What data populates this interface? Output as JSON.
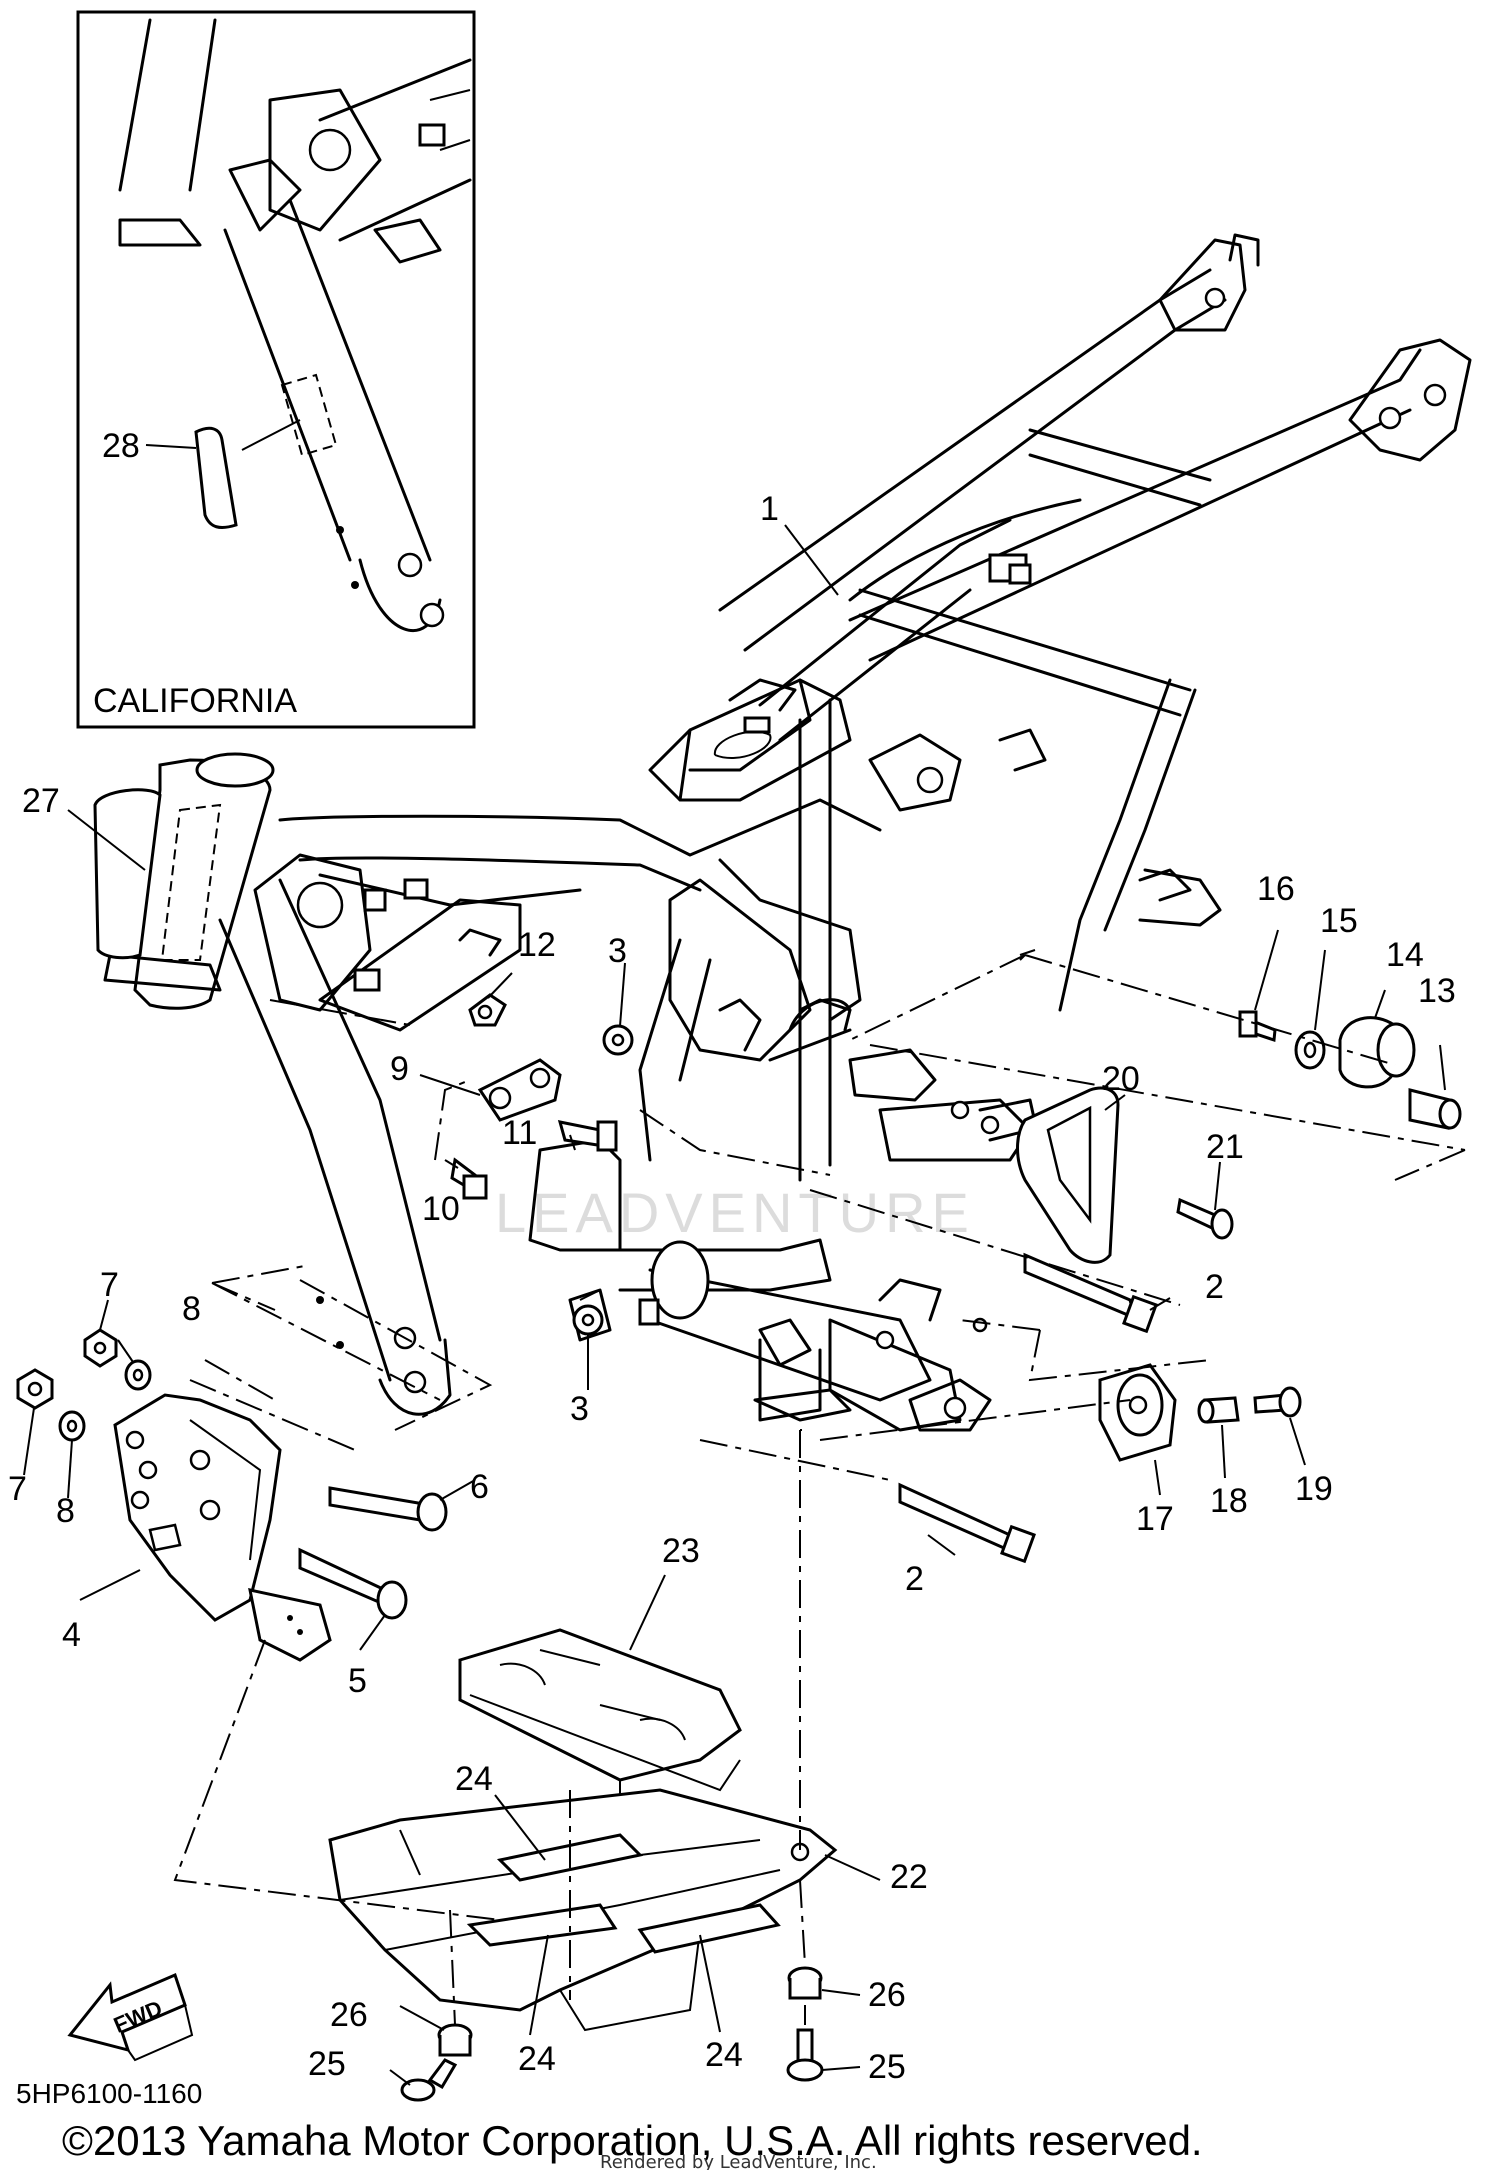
{
  "inset": {
    "label": "CALIFORNIA"
  },
  "watermark": "LEADVENTURE",
  "fwd_arrow": {
    "label": "FWD"
  },
  "diagram_code": "5HP6100-1160",
  "copyright": "©2013 Yamaha Motor Corporation, U.S.A. All rights reserved.",
  "rendered_by": "Rendered by LeadVenture, Inc.",
  "callouts": {
    "c1": "1",
    "c2a": "2",
    "c2b": "2",
    "c3a": "3",
    "c3b": "3",
    "c4": "4",
    "c5": "5",
    "c6": "6",
    "c7a": "7",
    "c7b": "7",
    "c8a": "8",
    "c8b": "8",
    "c9": "9",
    "c10": "10",
    "c11": "11",
    "c12": "12",
    "c13": "13",
    "c14": "14",
    "c15": "15",
    "c16": "16",
    "c17": "17",
    "c18": "18",
    "c19": "19",
    "c20": "20",
    "c21": "21",
    "c22": "22",
    "c23": "23",
    "c24a": "24",
    "c24b": "24",
    "c24c": "24",
    "c25a": "25",
    "c25b": "25",
    "c26a": "26",
    "c26b": "26",
    "c27": "27",
    "c28": "28"
  }
}
